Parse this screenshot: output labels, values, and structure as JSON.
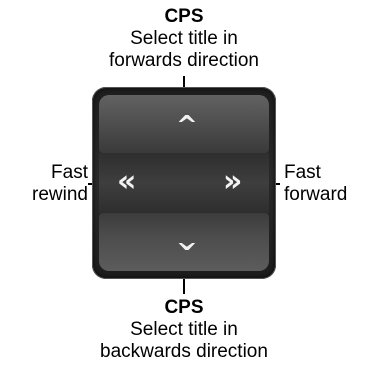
{
  "top": {
    "title": "CPS",
    "line1": "Select title in",
    "line2": "forwards direction"
  },
  "bottom": {
    "title": "CPS",
    "line1": "Select title in",
    "line2": "backwards direction"
  },
  "left": {
    "line1": "Fast",
    "line2": "rewind"
  },
  "right": {
    "line1": "Fast",
    "line2": "forward"
  },
  "icons": {
    "up": "chevron-up-icon",
    "down": "chevron-down-icon",
    "rewind": "fast-rewind-icon",
    "forward": "fast-forward-icon"
  },
  "colors": {
    "pad": "#2a2a2a",
    "glyph": "#f2f2f2"
  }
}
